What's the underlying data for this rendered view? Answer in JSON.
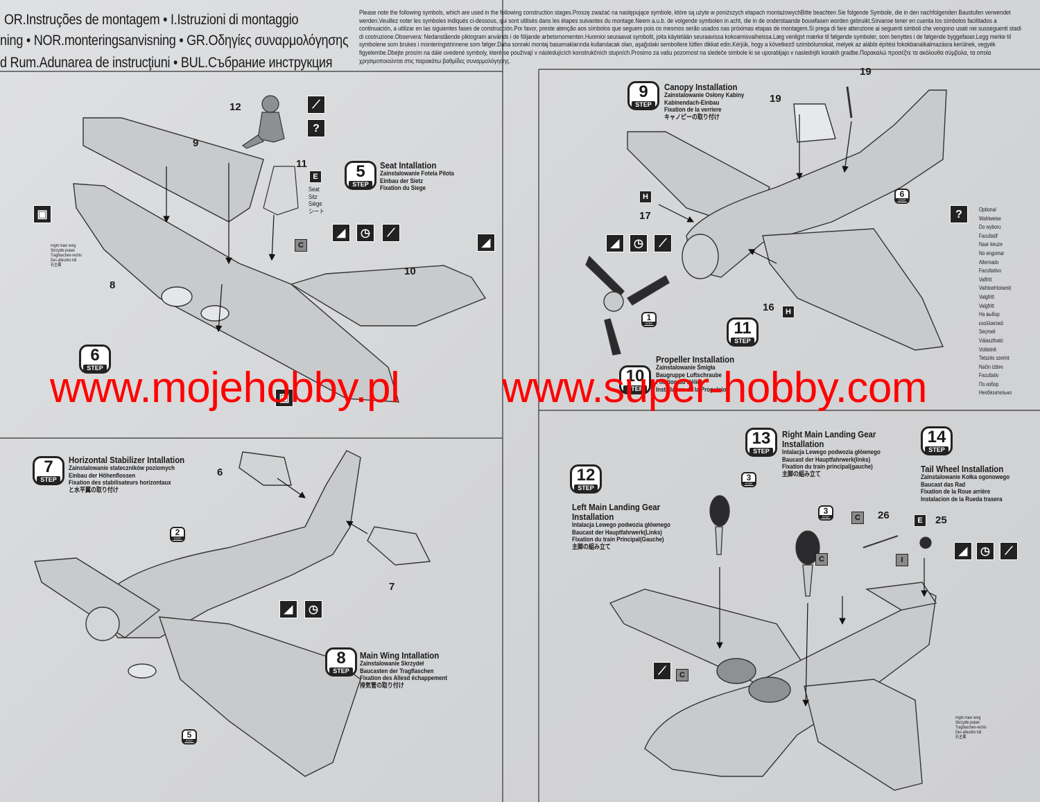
{
  "header": {
    "line1": "OR.Instruções de montagem • I.Istruzioni di montaggio",
    "line2": "ning • NOR.monteringsanvisning • GR.Οδηγίες συναρμολόγησης",
    "line3": "d Rum.Adunarea de instrucţiuni • BUL.Събрание инструкция"
  },
  "notice": "Please note the following symbols, which are used in the following construction stages.Proszę zważać na następujące symbole, które są użyte w poniższych etapach montażowychBitte beachten Sie folgende Symbole, die in den nachfolgenden Baustufen verwendet werden.Veuillez noter les symboles indiqués ci-dessous, qui sont utilisés dans les étapes suivantes du montage.Neem a.u.b. de volgende symbolen in acht, die in de onderstaande bouwfasen worden gebruikt.Sírvanse tener en cuenta los símbolos facilitados a continuación, a utilizar en las siguientes fases de construcción.Por favor, preste atenção aos símbolos que seguem pois os mesmos serão usados nas próximas etapas de montagem.Si prega di fare attenzione ai seguenti simboli che vengono usati nei susseguenti stadi di costruzione.Observera: Nedanstående piktogram används i de följande arbetsmomenten.Huomioi seuraavat symbolit, joita käytetään seuraavissa kokoamisvaiheissa.Læg venligst mærke til følgende symboler, som benyttes i de følgende byggefaser.Legg merke til symbolene som brukes i monteringstrinnene som følger.Daha sonraki montaj basamaklarında kullanılacak olan, aşağıdaki sembollere lütfen dikkat edin.Kérjük, hogy a következő szimbólumokat, melyek az alábbi építési fokokbanalkalmazásra kerülnek, vegyék figyelembe.Dbejte prosím na dále uvedené symboly, které se používají v následujících konstrukčních stupních.Prosimo za vašu pozornost na sledeče simbole ki se uporabljajo v naslednjih korakih gradbe.Παρακαλώ προσέξτε τα ακόλουθα σύμβολα, τα οποία χρησιμοποιούνται στις παρακάτω βαθμίδες συναρμολόγησης.",
  "step_word": "STEP",
  "steps": {
    "s5": {
      "num": "5",
      "t1": "Seat Intallation",
      "t2": [
        "Zainstalowanie Fotela Pilota",
        "Einbau der Sietz",
        "Fixation du Siege"
      ]
    },
    "s6": {
      "num": "6"
    },
    "s7": {
      "num": "7",
      "t1": "Horizontal Stabilizer Intallation",
      "t2": [
        "Zainstalowanie stateczników poziomych",
        "Einbau der Höhenflossen",
        "Fixation des stabilisateurs horizontaux",
        "と水平翼の取り付け"
      ]
    },
    "s8": {
      "num": "8",
      "t1": "Main Wing Intallation",
      "t2": [
        "Zainstalowanie Skrzydeł",
        "Baucasten der Tragflaschen",
        "Fixation des Allesd échappement",
        "排気管の取り付け"
      ]
    },
    "s9": {
      "num": "9",
      "t1": "Canopy Installation",
      "t2": [
        "Zainstalowanie Osłony Kabiny",
        "Kabinendach-Einbau",
        "Fixation de la verriere",
        "キャノピーの取り付け"
      ]
    },
    "s10": {
      "num": "10",
      "t1": "Propeller Installation",
      "t2": [
        "Zainstalowanie Śmigła",
        "Baugruppe Luftschraube",
        "Fixation du Hélice",
        "Installation de la Propulsion"
      ]
    },
    "s11": {
      "num": "11"
    },
    "s12": {
      "num": "12",
      "t1a": "Left Main Landing Gear",
      "t1b": "Installation",
      "t2": [
        "Intalacja Lewego podwozia głównego",
        "Baucast der Hauptfahrwerk(Links)",
        "Fixation du train Principal(Gauche)",
        "主脚の組み立て"
      ]
    },
    "s13": {
      "num": "13",
      "t1a": "Right Main Landing Gear",
      "t1b": "Installation",
      "t2": [
        "Intalacja Lewego podwozia głównego",
        "Baucast der Hauptfahrwerk(links)",
        "Fixation du train principal(gauche)",
        "主脚の組み立て"
      ]
    },
    "s14": {
      "num": "14",
      "t1": "Tail Wheel Installation",
      "t2": [
        "Zainstalowanie Kołka ogonowego",
        "Baucast das Rad",
        "Fixation de la Roue arrière",
        "Instalacion de la Rueda trasera"
      ]
    }
  },
  "mini_refs": [
    "6",
    "1",
    "2",
    "5",
    "3",
    "3"
  ],
  "part_numbers": [
    "12",
    "9",
    "11",
    "10",
    "8",
    "19",
    "19",
    "17",
    "16",
    "6",
    "7",
    "26",
    "25"
  ],
  "part_letters": [
    "E",
    "C",
    "H",
    "H",
    "C",
    "C",
    "C",
    "E",
    "I"
  ],
  "seat_labels": [
    "Seat",
    "Sitz",
    "Siège",
    "シート"
  ],
  "right_wing_note": [
    "Right main wing",
    "Skrzydło prawe",
    "Tragflaschen-rechts",
    "Des allesdiro toll",
    "右主翼"
  ],
  "optional": [
    "Optional",
    "Wahlweise",
    "Do wyboru",
    "Facultatif",
    "Naar keuze",
    "No engomar",
    "Alternado",
    "Facoltativo",
    "Valfritt",
    "Vaihtoehtoisesti",
    "Valgfritt",
    "Valgfritt",
    "На выбор",
    "εναλλακτικά",
    "Seçmeli",
    "Választható",
    "Volitelně",
    "Tetszés szerint",
    "Način izbire",
    "Facultativ",
    "По избор",
    "Необязательно"
  ],
  "watermark": {
    "left": "www.mojehobby.pl",
    "right": "www.super-hobby.com",
    "color": "#ff0000"
  }
}
